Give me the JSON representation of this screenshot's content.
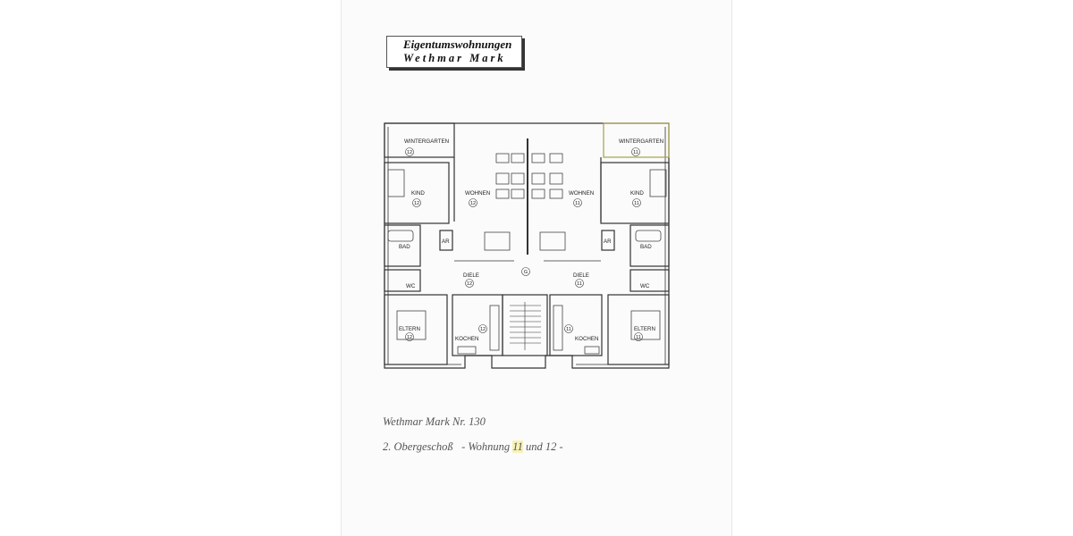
{
  "title": {
    "line1": "Eigentumswohnungen",
    "line2": "Wethmar Mark"
  },
  "plan_labels": {
    "left": {
      "wintergarten": "WINTERGARTEN",
      "wintergarten_no": "12",
      "kind": "KIND",
      "kind_no": "12",
      "wohnen": "WOHNEN",
      "wohnen_no": "12",
      "bad": "BAD",
      "ar": "AR",
      "wc": "WC",
      "diele": "DIELE",
      "diele_no": "12",
      "eltern": "ELTERN",
      "eltern_no": "12",
      "kochen": "KOCHEN",
      "kochen_no": "12"
    },
    "right": {
      "wintergarten": "WINTERGARTEN",
      "wintergarten_no": "11",
      "kind": "KIND",
      "kind_no": "11",
      "wohnen": "WOHNEN",
      "wohnen_no": "11",
      "bad": "BAD",
      "ar": "AR",
      "wc": "WC",
      "diele": "DIELE",
      "diele_no": "11",
      "eltern": "ELTERN",
      "eltern_no": "11",
      "kochen": "KOCHEN",
      "kochen_no": "11"
    },
    "stair": "G"
  },
  "caption": {
    "address": "Wethmar Mark Nr. 130",
    "floor": "2. Obergeschoß",
    "units_prefix": "- Wohnung",
    "unit_a": "11",
    "units_mid": "und 12 -"
  },
  "colors": {
    "line": "#333333",
    "highlight": "#f6f2b8",
    "paper": "#fbfbfb"
  }
}
